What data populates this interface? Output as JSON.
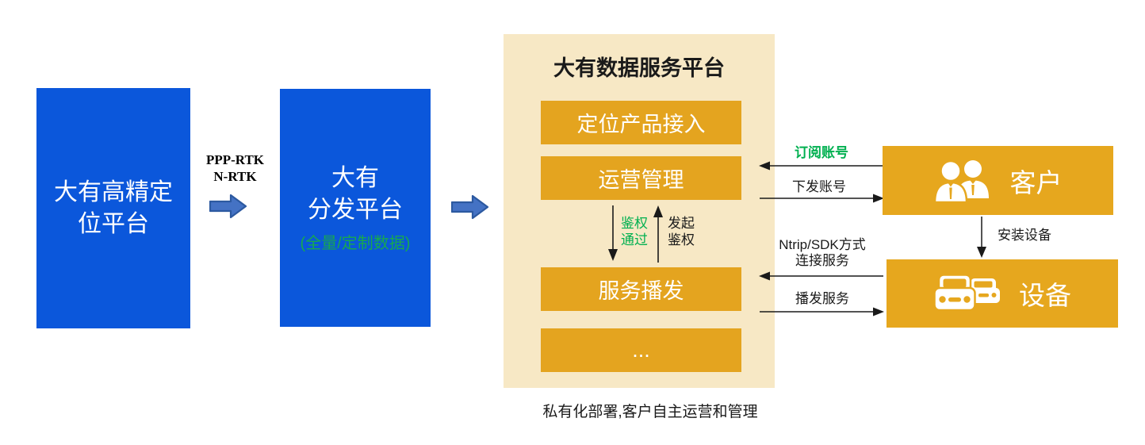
{
  "colors": {
    "platform_blue": "#0b57db",
    "module_orange": "#e4a41f",
    "actor_orange": "#e6a71e",
    "panel_cream": "#f7e8c5",
    "accent_green": "#00b050",
    "block_arrow_fill": "#4472c4",
    "block_arrow_stroke": "#2c59a0"
  },
  "flow": {
    "source_box": "大有高精定\n位平台",
    "protocol_label": "PPP-RTK\nN-RTK",
    "distribution_box": "大有\n分发平台",
    "distribution_note": "(全量/定制数据)"
  },
  "platform": {
    "title": "大有数据服务平台",
    "modules": [
      "定位产品接入",
      "运营管理",
      "服务播发",
      "..."
    ],
    "auth_pass": "鉴权\n通过",
    "auth_request": "发起\n鉴权",
    "caption": "私有化部署,客户自主运营和管理"
  },
  "actors": {
    "customer": "客户",
    "device": "设备",
    "install": "安装设备"
  },
  "links": {
    "subscribe": "订阅账号",
    "issue_account": "下发账号",
    "connect": "Ntrip/SDK方式\n连接服务",
    "broadcast": "播发服务"
  }
}
